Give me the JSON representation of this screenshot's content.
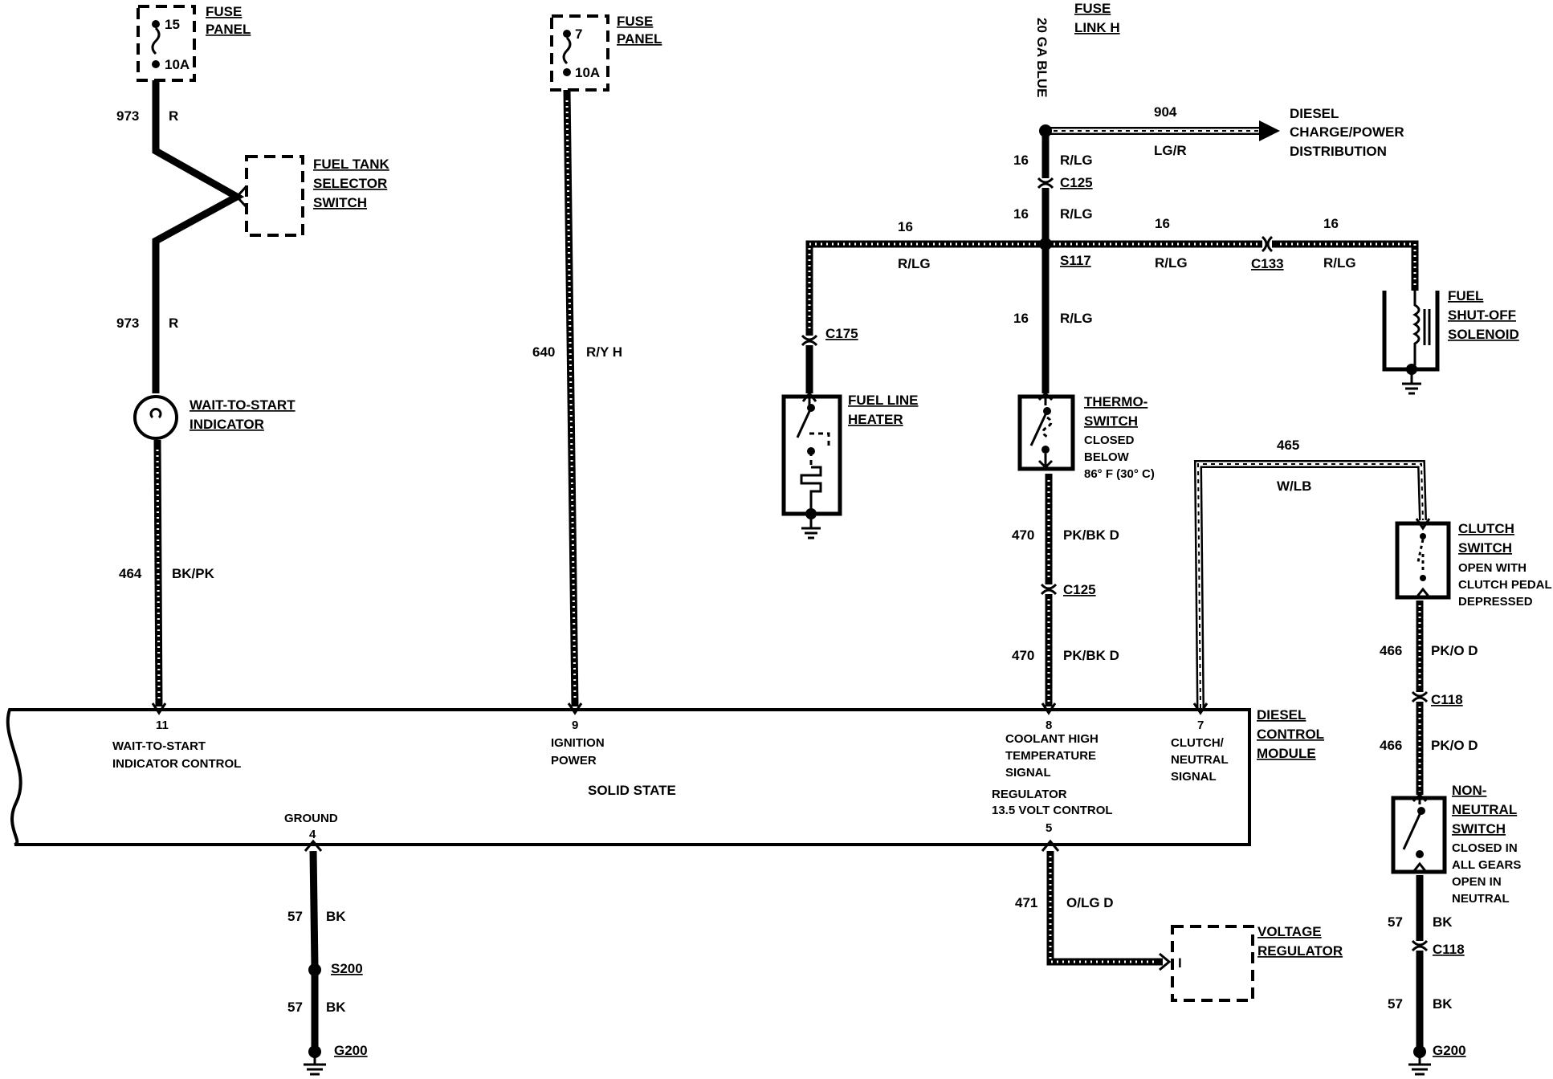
{
  "fuse_left": {
    "label_1": "FUSE",
    "label_2": "PANEL",
    "number": "15",
    "rating": "10A"
  },
  "fuse_mid": {
    "label_1": "FUSE",
    "label_2": "PANEL",
    "number": "7",
    "rating": "10A"
  },
  "fuse_link": {
    "label_1": "FUSE",
    "label_2": "LINK H",
    "wire": "20 GA BLUE"
  },
  "wire_973_top": {
    "circuit": "973",
    "color": "R"
  },
  "wire_973_bot": {
    "circuit": "973",
    "color": "R"
  },
  "wire_464": {
    "circuit": "464",
    "color": "BK/PK"
  },
  "wire_640": {
    "circuit": "640",
    "color": "R/Y H"
  },
  "selector_switch": {
    "line1": "FUEL TANK",
    "line2": "SELECTOR",
    "line3": "SWITCH"
  },
  "indicator": {
    "line1": "WAIT-TO-START",
    "line2": "INDICATOR"
  },
  "diesel_dist": {
    "circuit": "904",
    "color": "LG/R",
    "line1": "DIESEL",
    "line2": "CHARGE/POWER",
    "line3": "DISTRIBUTION"
  },
  "wire_16_a": {
    "circuit": "16",
    "color": "R/LG",
    "connector": "C125"
  },
  "wire_16_b": {
    "circuit": "16",
    "color": "R/LG"
  },
  "splice_s117": "S117",
  "wire_16_left": {
    "circuit": "16",
    "color": "R/LG"
  },
  "wire_16_right": {
    "circuit": "16",
    "color": "R/LG"
  },
  "wire_16_far": {
    "circuit": "16",
    "color": "R/LG",
    "connector": "C133"
  },
  "wire_16_c": {
    "circuit": "16",
    "color": "R/LG"
  },
  "c175": "C175",
  "fuel_line_heater": {
    "line1": "FUEL LINE",
    "line2": "HEATER"
  },
  "solenoid": {
    "line1": "FUEL",
    "line2": "SHUT-OFF",
    "line3": "SOLENOID"
  },
  "thermoswitch": {
    "line1": "THERMO-",
    "line2": "SWITCH",
    "line3": "CLOSED",
    "line4": "BELOW",
    "line5": "86° F (30° C)"
  },
  "wire_470_a": {
    "circuit": "470",
    "color": "PK/BK D"
  },
  "c125_low": "C125",
  "wire_470_b": {
    "circuit": "470",
    "color": "PK/BK D"
  },
  "wire_465": {
    "circuit": "465",
    "color": "W/LB"
  },
  "clutch_switch": {
    "line1": "CLUTCH",
    "line2": "SWITCH",
    "line3": "OPEN WITH",
    "line4": "CLUTCH PEDAL",
    "line5": "DEPRESSED"
  },
  "wire_466_a": {
    "circuit": "466",
    "color": "PK/O D"
  },
  "c118_a": "C118",
  "wire_466_b": {
    "circuit": "466",
    "color": "PK/O D"
  },
  "non_neutral": {
    "line1": "NON-",
    "line2": "NEUTRAL",
    "line3": "SWITCH",
    "line4": "CLOSED IN",
    "line5": "ALL GEARS",
    "line6": "OPEN IN",
    "line7": "NEUTRAL"
  },
  "wire_57_r1": {
    "circuit": "57",
    "color": "BK"
  },
  "c118_b": "C118",
  "wire_57_r2": {
    "circuit": "57",
    "color": "BK"
  },
  "g200_right": "G200",
  "module": {
    "name_1": "DIESEL",
    "name_2": "CONTROL",
    "name_3": "MODULE",
    "solid_state": "SOLID STATE",
    "pin11": "11",
    "pin11_l1": "WAIT-TO-START",
    "pin11_l2": "INDICATOR CONTROL",
    "pin9": "9",
    "pin9_l1": "IGNITION",
    "pin9_l2": "POWER",
    "pin8": "8",
    "pin8_l1": "COOLANT HIGH",
    "pin8_l2": "TEMPERATURE",
    "pin8_l3": "SIGNAL",
    "pin7": "7",
    "pin7_l1": "CLUTCH/",
    "pin7_l2": "NEUTRAL",
    "pin7_l3": "SIGNAL",
    "reg_l1": "REGULATOR",
    "reg_l2": "13.5 VOLT CONTROL",
    "pin5": "5",
    "ground": "GROUND",
    "pin4": "4"
  },
  "wire_57_l1": {
    "circuit": "57",
    "color": "BK"
  },
  "s200": "S200",
  "wire_57_l2": {
    "circuit": "57",
    "color": "BK"
  },
  "g200_left": "G200",
  "wire_471": {
    "circuit": "471",
    "color": "O/LG D"
  },
  "voltage_regulator": {
    "line1": "VOLTAGE",
    "line2": "REGULATOR",
    "terminal": "I"
  }
}
